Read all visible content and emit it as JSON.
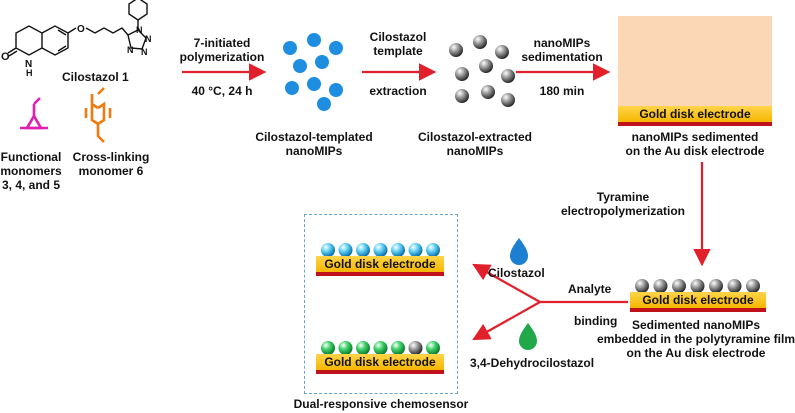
{
  "molecule": {
    "drug_label": "Cilostazol 1",
    "ring_o": "O",
    "ring_nh": "N\nH",
    "tetrazole_n": "N",
    "ether_o": "O"
  },
  "monomers": {
    "functional": [
      "Functional",
      "monomers",
      "3, 4, and 5"
    ],
    "crosslinking": [
      "Cross-linking",
      "monomer 6"
    ],
    "colors": {
      "functional": "#e020b0",
      "crosslinking": "#f07a10"
    }
  },
  "steps": {
    "polymerization_top": [
      "7-initiated",
      "polymerization"
    ],
    "polymerization_bottom": "40 °C, 24 h",
    "extraction_top": [
      "Cilostazol",
      "template"
    ],
    "extraction_bottom": "extraction",
    "sedimentation_top": [
      "nanoMIPs",
      "sedimentation"
    ],
    "sedimentation_bottom": "180 min",
    "electropolymerization": [
      "Tyramine",
      "electropolymerization"
    ],
    "analyte": "Analyte",
    "binding": "binding"
  },
  "captions": {
    "templated": [
      "Cilostazol-templated",
      "nanoMIPs"
    ],
    "extracted": [
      "Cilostazol-extracted",
      "nanoMIPs"
    ],
    "sedimented": [
      "nanoMIPs sedimented",
      "on the Au disk electrode"
    ],
    "embedded": [
      "Sedimented nanoMIPs",
      "embedded in the polytyramine film",
      "on the Au disk electrode"
    ],
    "sensor": "Dual-responsive chemosensor"
  },
  "electrode_label": "Gold disk electrode",
  "analytes": {
    "cilostazol": "Cilostazol",
    "dehydro": "3,4-Dehydrocilostazol"
  },
  "colors": {
    "arrow": "#e0202a",
    "templated_nanomip": "#1e8fe0",
    "cilostazol_drop": "#1d7fd0",
    "dehydro_drop": "#21a84a",
    "electrode_gold": "#f8c21a",
    "film": "#c0121a",
    "panel": "#fbd7b6"
  }
}
